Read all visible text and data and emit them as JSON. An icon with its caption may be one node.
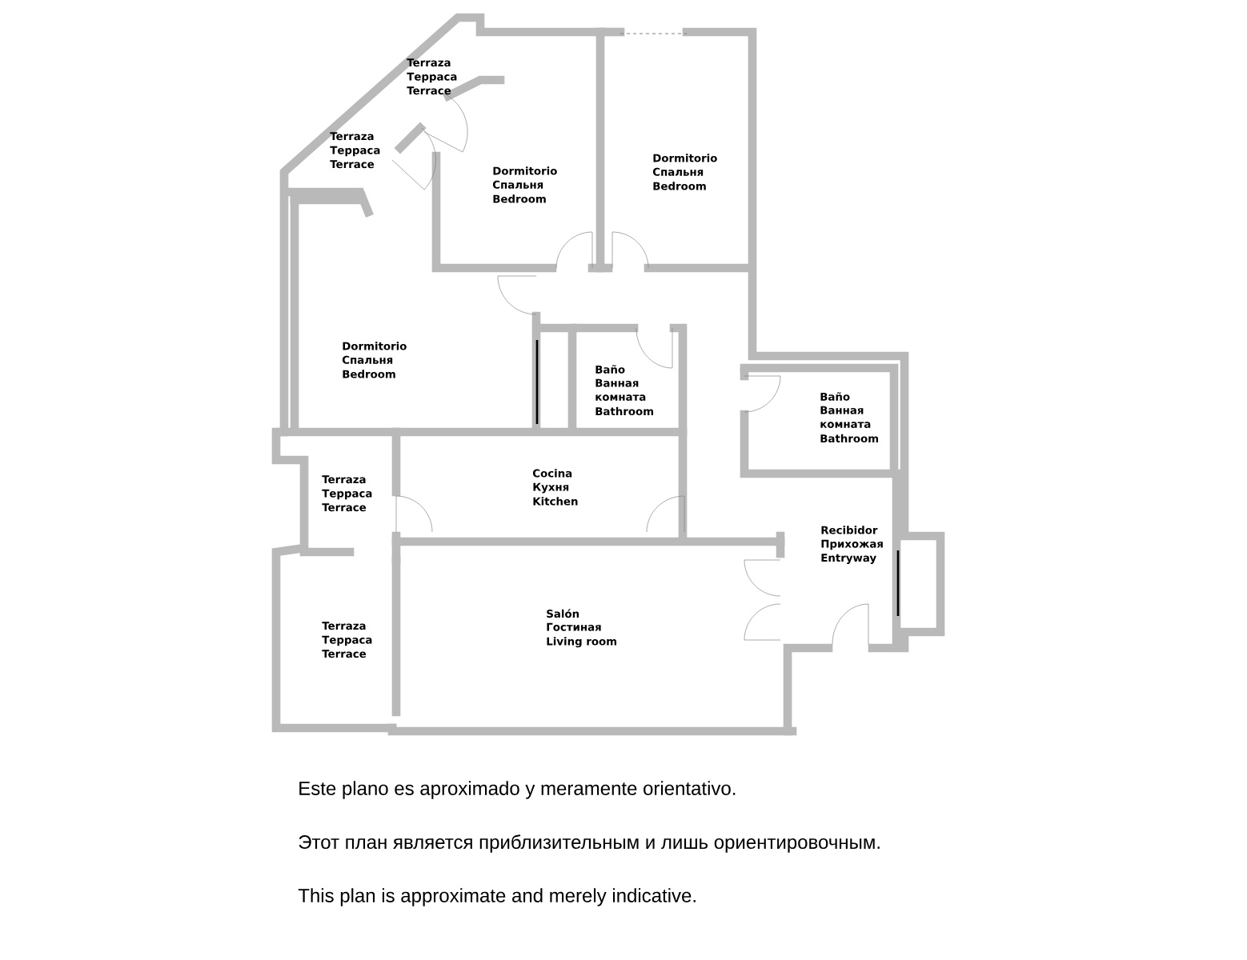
{
  "diagram": {
    "labels": [
      "Terraza",
      "Терраса",
      "Terrace",
      "Terraza",
      "Терраса",
      "Terrace",
      "Dormitorio",
      "Спальня",
      "Bedroom",
      "Dormitorio",
      "Спальня",
      "Bedroom",
      "Dormitorio",
      "Спальня",
      "Bedroom",
      "Baño",
      "Ванная комната",
      "Bathroom",
      "Baño",
      "Ванная комната",
      "Bathroom",
      "Terraza",
      "Терраса",
      "Terrace",
      "Cocina",
      "Кухня",
      "Kitchen",
      "Recibidor",
      "Прихожая",
      "Entryway",
      "Terraza",
      "Терраса",
      "Terrace",
      "Salón",
      "Гостиная",
      "Living room",
      "Este plano es aproximado y meramente orientativo.",
      "Этот план является приблизительным и лишь ориентировочным.",
      "This plan is approximate and merely indicative."
    ]
  }
}
